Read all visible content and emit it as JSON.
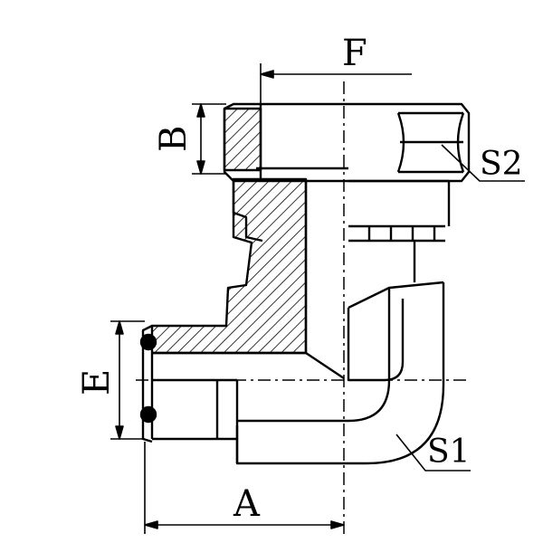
{
  "diagram": {
    "labels": {
      "F": "F",
      "B": "B",
      "S2": "S2",
      "E": "E",
      "S1": "S1",
      "A": "A"
    },
    "colors": {
      "ink": "#000000",
      "background": "#ffffff"
    }
  }
}
